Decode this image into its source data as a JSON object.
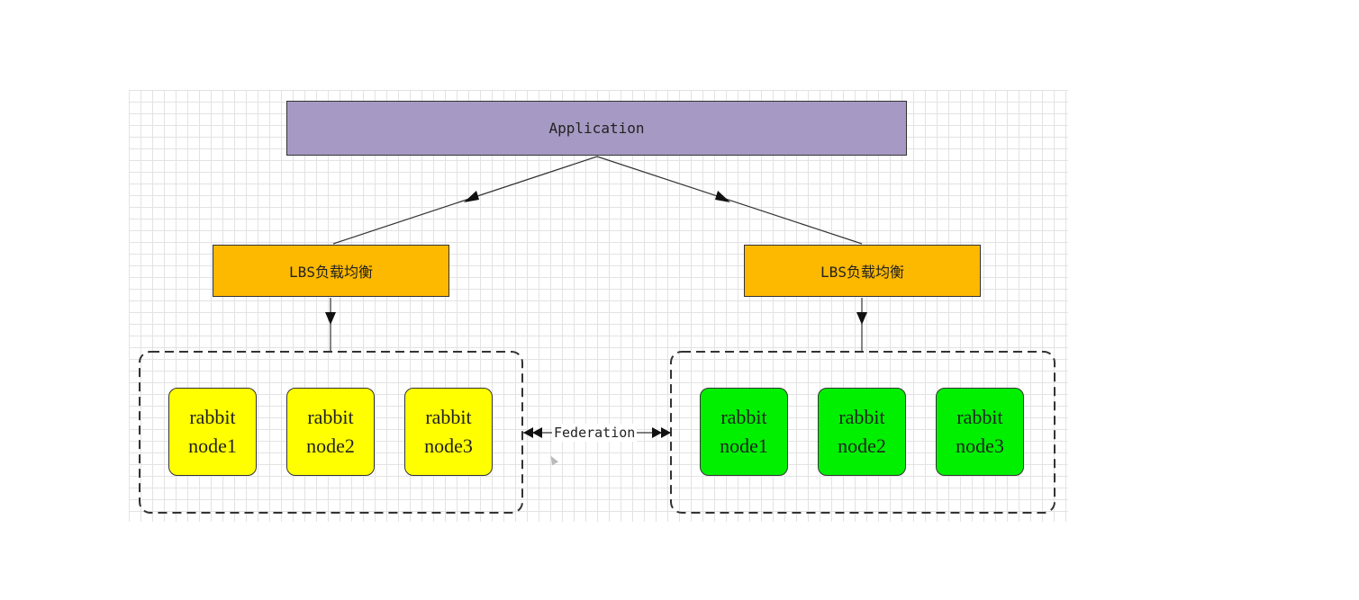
{
  "application": {
    "label": "Application"
  },
  "load_balancers": [
    {
      "label": "LBS负载均衡"
    },
    {
      "label": "LBS负载均衡"
    }
  ],
  "clusters": [
    {
      "color": "#ffff00",
      "nodes": [
        {
          "line1": "rabbit",
          "line2": "node1"
        },
        {
          "line1": "rabbit",
          "line2": "node2"
        },
        {
          "line1": "rabbit",
          "line2": "node3"
        }
      ]
    },
    {
      "color": "#00f000",
      "nodes": [
        {
          "line1": "rabbit",
          "line2": "node1"
        },
        {
          "line1": "rabbit",
          "line2": "node2"
        },
        {
          "line1": "rabbit",
          "line2": "node3"
        }
      ]
    }
  ],
  "federation": {
    "label": "Federation"
  },
  "colors": {
    "application": "#a699c3",
    "load_balancer": "#fdb800",
    "cluster_left": "#ffff00",
    "cluster_right": "#00f000"
  }
}
